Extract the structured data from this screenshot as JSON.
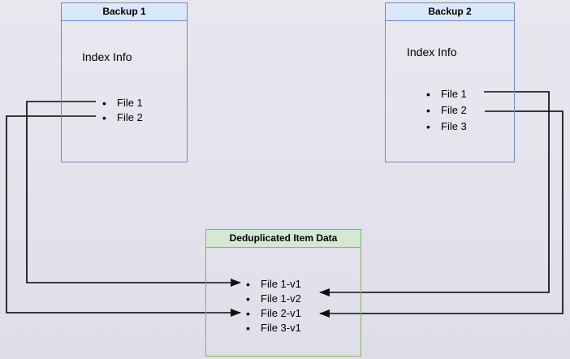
{
  "canvas": {
    "background": "#e4e3ec"
  },
  "colors": {
    "backup_border": "#6c8ebf",
    "backup_title_fill": "#dae8fc",
    "dedup_border": "#82b366",
    "dedup_title_fill": "#d5e8d4",
    "connector": "#000000"
  },
  "backup1": {
    "title": "Backup 1",
    "section_label": "Index Info",
    "items": [
      "File 1",
      "File 2"
    ]
  },
  "backup2": {
    "title": "Backup 2",
    "section_label": "Index Info",
    "items": [
      "File 1",
      "File 2",
      "File 3"
    ]
  },
  "dedup": {
    "title": "Deduplicated Item Data",
    "items": [
      "File 1-v1",
      "File 1-v2",
      "File 2-v1",
      "File 3-v1"
    ]
  },
  "connections": [
    {
      "from": "Backup 1 : File 1",
      "to": "Deduplicated Item Data : File 1-v1",
      "route": "left"
    },
    {
      "from": "Backup 1 : File 2",
      "to": "Deduplicated Item Data : File 2-v1",
      "route": "left"
    },
    {
      "from": "Backup 2 : File 1",
      "to": "Deduplicated Item Data : File 1-v2",
      "route": "right"
    },
    {
      "from": "Backup 2 : File 2",
      "to": "Deduplicated Item Data : File 2-v1",
      "route": "right"
    }
  ]
}
